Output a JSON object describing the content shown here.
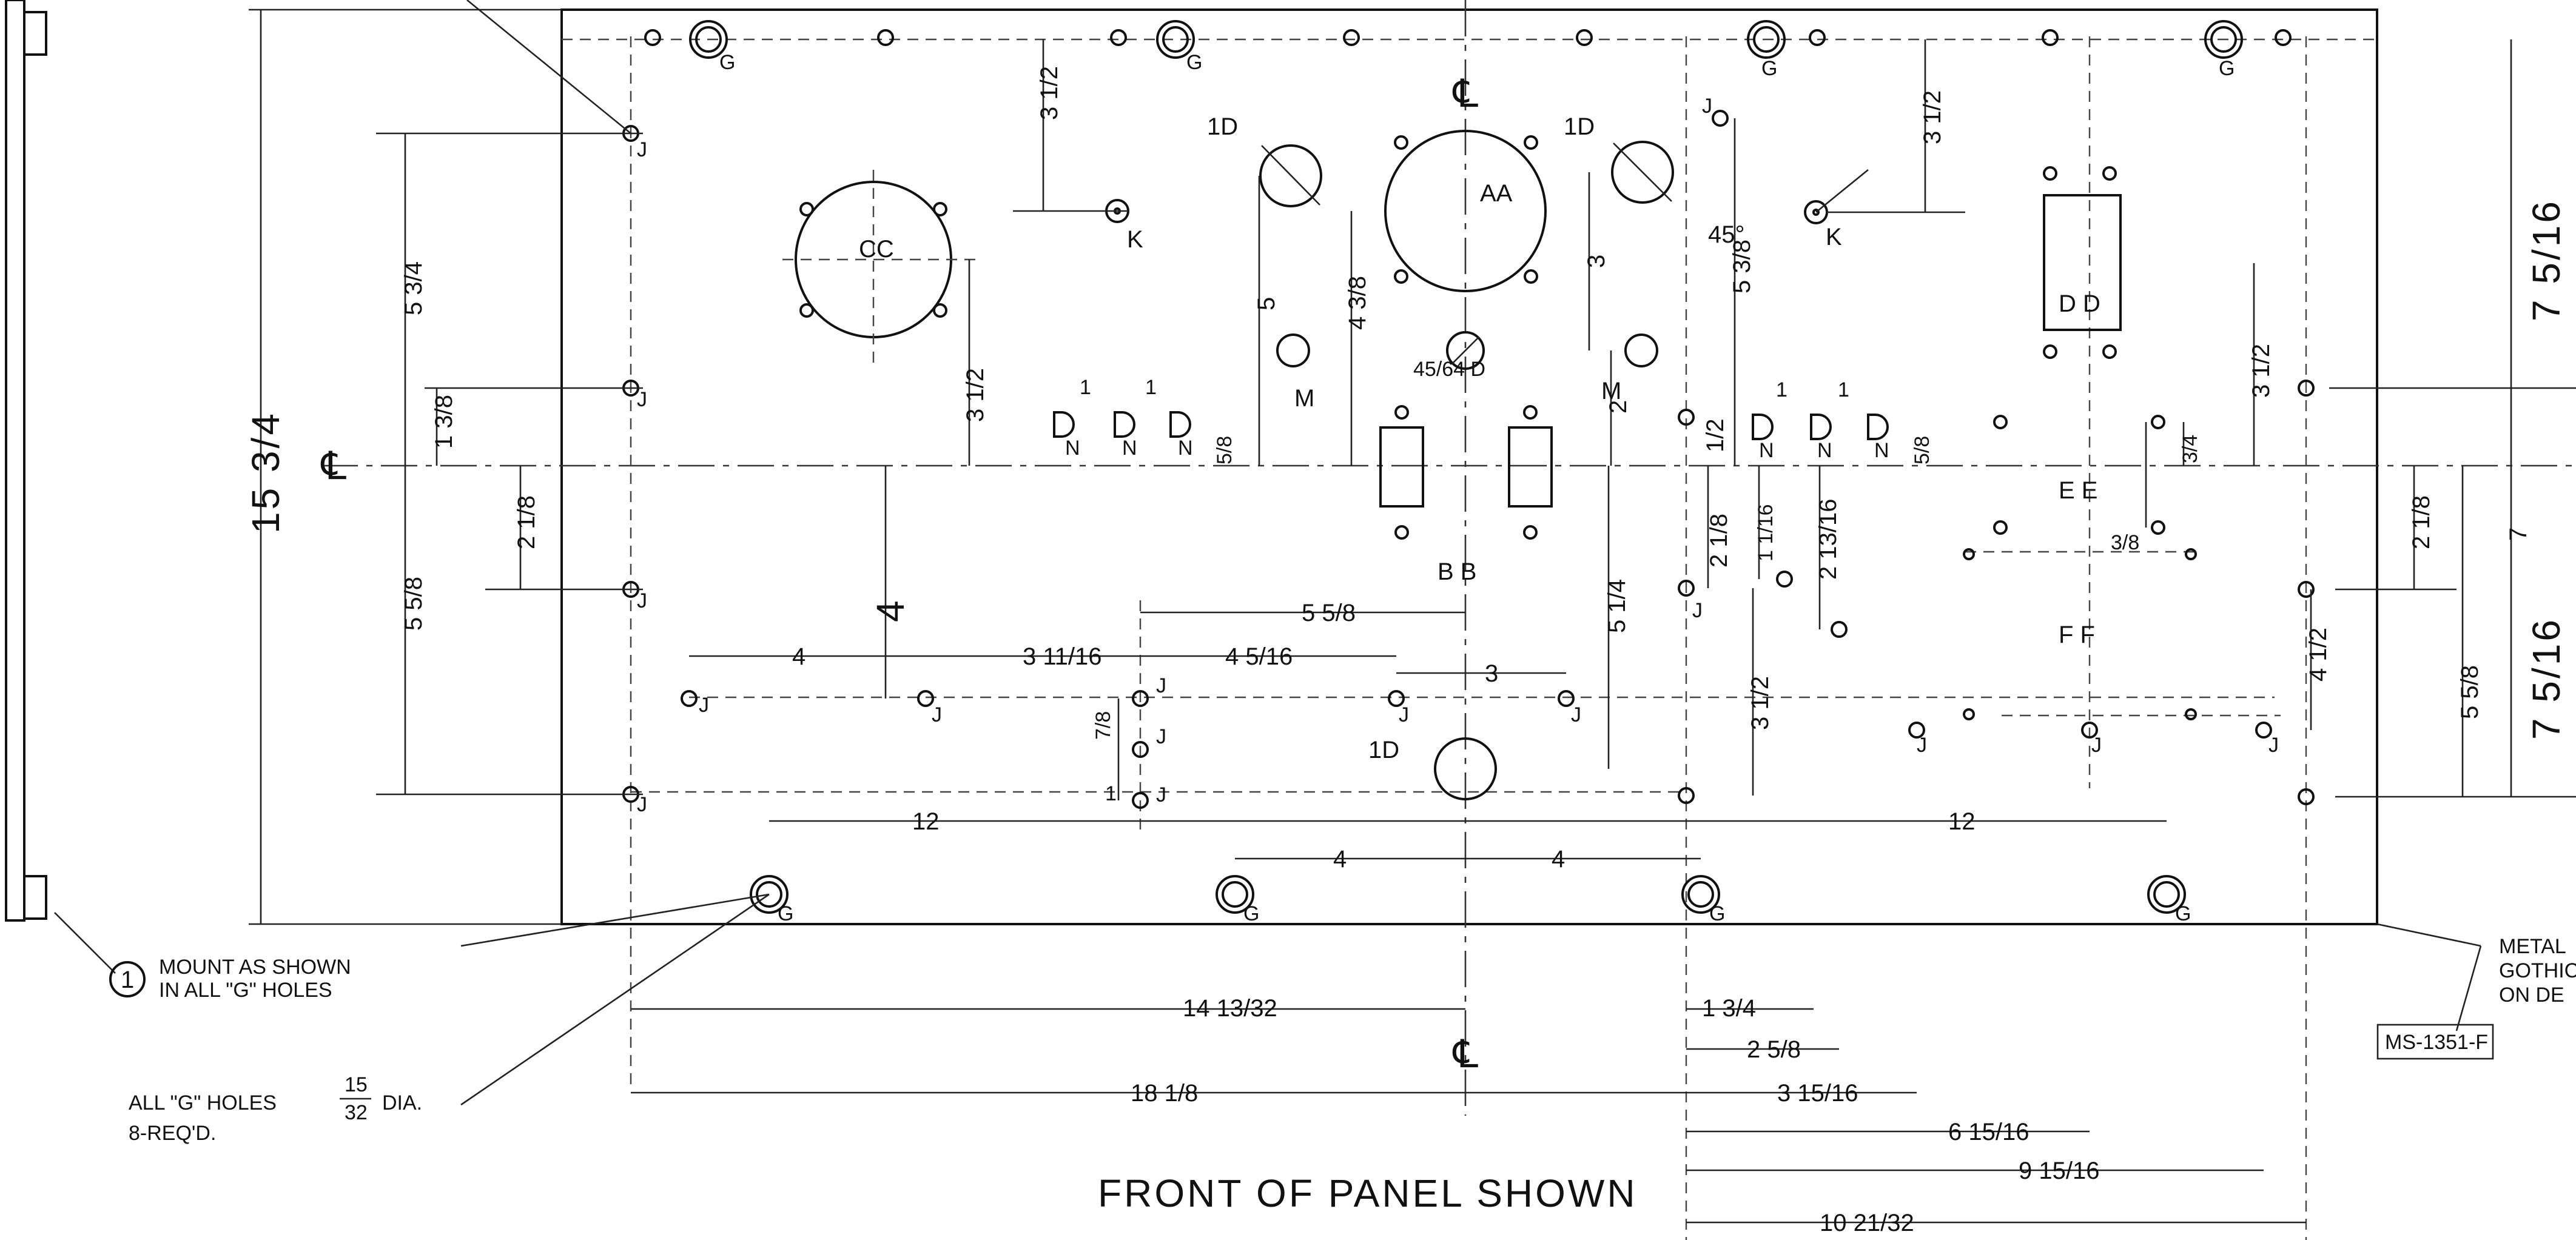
{
  "view_title": "FRONT OF PANEL SHOWN",
  "mount_note": {
    "number": "1",
    "line1": "MOUNT AS SHOWN",
    "line2": "IN ALL \"G\" HOLES"
  },
  "g_holes_note": {
    "line1": "ALL \"G\" HOLES",
    "dia_num": "15",
    "dia_den": "32",
    "dia_word": "DIA.",
    "line2": "8-REQ'D."
  },
  "metal_note": {
    "lines": [
      "METAL",
      "GOTHIC",
      "ON DE"
    ]
  },
  "part_tag": "MS-1351-F",
  "centerline_symbol": "℄",
  "hole_labels": {
    "g": "G",
    "j": "J",
    "k": "K",
    "n": "N",
    "m": "M",
    "aa": "AA",
    "bb": "B B",
    "cc": "CC",
    "dd": "D D",
    "ee": "E E",
    "ff": "F F",
    "one_d": "1D",
    "frac_d": "45/64 D"
  },
  "dimensions": {
    "overall_height": "15 3/4",
    "upper_left": "5 3/4",
    "lower_left": "5 5/8",
    "left_small": "1 3/8",
    "left_2_1_8": "2 1/8",
    "top_3_1_2_a": "3 1/2",
    "top_3_1_2_b": "3 1/2",
    "cc_3_1_2": "3 1/2",
    "dim_5": "5",
    "dim_4_3_8": "4 3/8",
    "dim_3": "3",
    "dim_5_3_8": "5 3/8",
    "dim_45": "45°",
    "dim_2": "2",
    "dim_1_2": "1/2",
    "dd_3_1_2": "3 1/2",
    "ee_3_4": "3/4",
    "ee_3_8": "3/8",
    "right_7_5_16": "7 5/16",
    "right_2_1_8": "2 1/8",
    "right_7": "7",
    "right_5_5_8": "5 5/8",
    "right_7_5_16_b": "7 5/16",
    "right_4_1_2": "4 1/2",
    "n_1_a": "1",
    "n_1_b": "1",
    "n_5_8": "5/8",
    "n_1_c": "1",
    "n_1_d": "1",
    "n_5_8_b": "5/8",
    "mid_4_v": "4",
    "row_4": "4",
    "row_3_11_16": "3 11/16",
    "row_4_5_16": "4 5/16",
    "row_5_5_8": "5 5/8",
    "row_3": "3",
    "col_7_8": "7/8",
    "col_1": "1",
    "mid_2_1_8": "2 1/8",
    "mid_1_1_16": "1 1/16",
    "mid_2_13_16": "2 13/16",
    "mid_5_1_4": "5 1/4",
    "mid_3_1_2": "3 1/2",
    "bottom_12_left": "12",
    "bottom_12_right": "12",
    "bottom_4_left": "4",
    "bottom_4_right": "4",
    "base_14_13_32": "14 13/32",
    "base_18_1_8": "18 1/8",
    "base_1_3_4": "1 3/4",
    "base_2_5_8": "2 5/8",
    "base_3_15_16": "3 15/16",
    "base_6_15_16": "6 15/16",
    "base_9_15_16": "9 15/16",
    "base_10_21_32": "10 21/32"
  }
}
